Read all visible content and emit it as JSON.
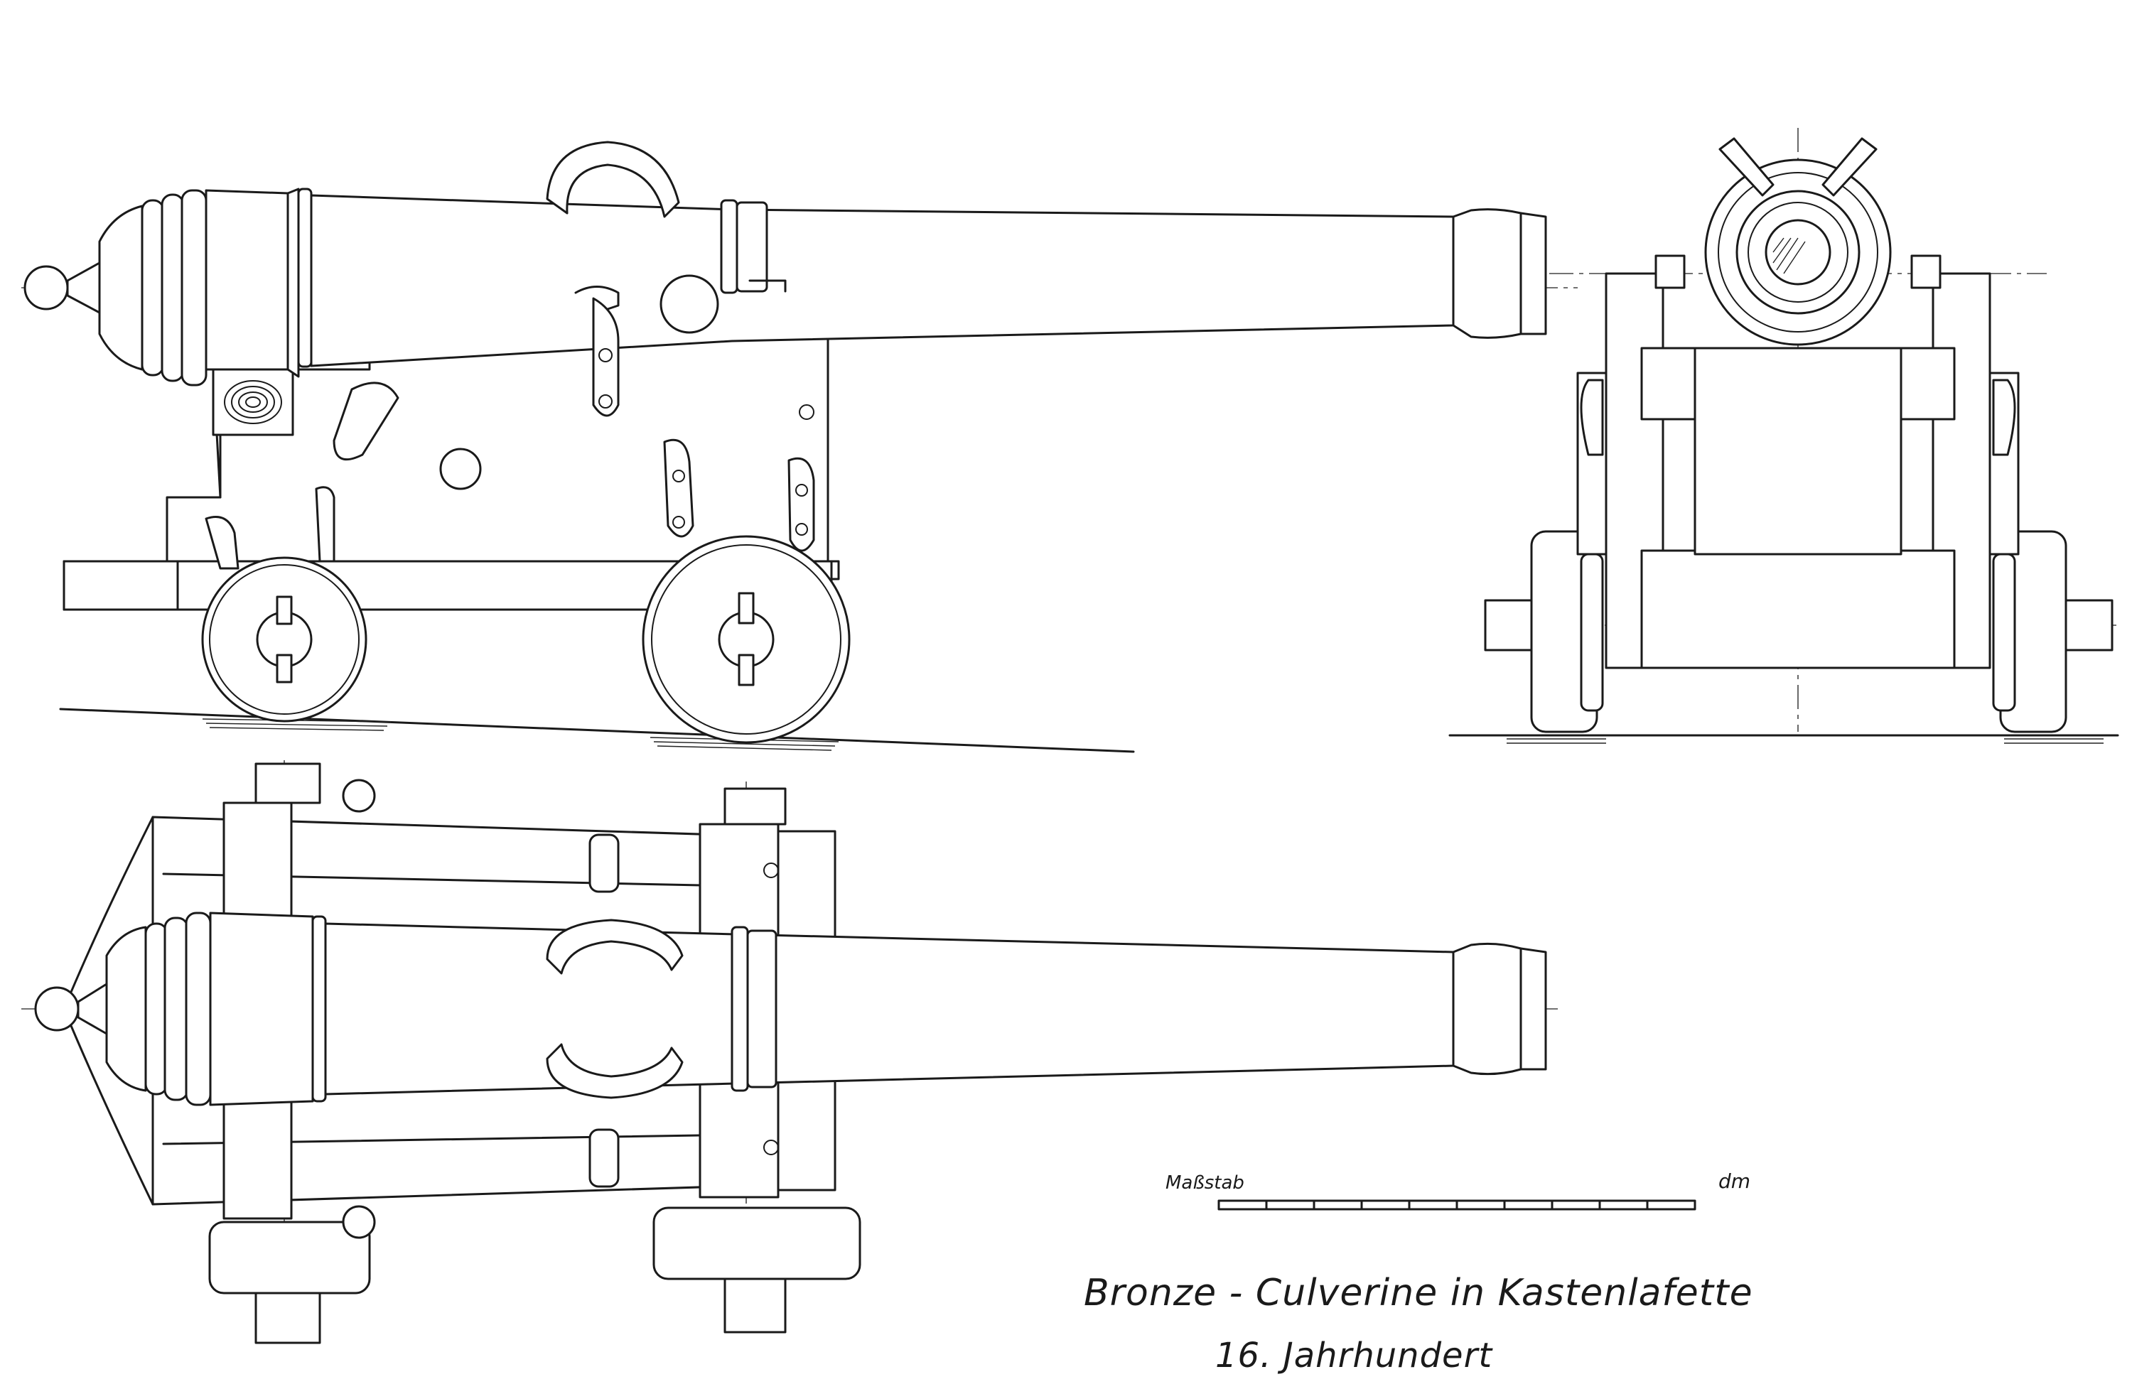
{
  "title": {
    "main": "Bronze - Culverine in Kastenlafette",
    "sub": "16. Jahrhundert"
  },
  "scale": {
    "label": "Maßstab",
    "unit": "dm",
    "segments": 10
  },
  "views": [
    "side-view",
    "front-view",
    "top-view"
  ],
  "colors": {
    "ink": "#1a1a1a",
    "paper": "#ffffff"
  }
}
